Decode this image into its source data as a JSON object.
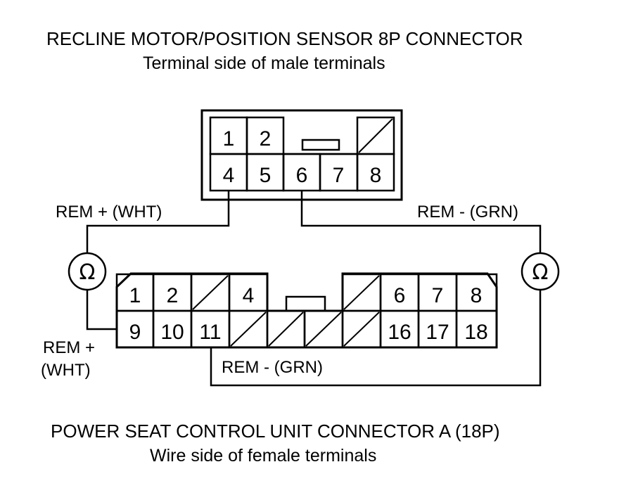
{
  "top_connector": {
    "title": "RECLINE MOTOR/POSITION SENSOR 8P CONNECTOR",
    "subtitle": "Terminal side of male terminals",
    "pins": [
      "1",
      "2",
      "4",
      "5",
      "6",
      "7",
      "8"
    ]
  },
  "bottom_connector": {
    "title": "POWER SEAT CONTROL UNIT CONNECTOR A (18P)",
    "subtitle": "Wire side of female terminals",
    "pins": [
      "1",
      "2",
      "4",
      "6",
      "7",
      "8",
      "9",
      "10",
      "11",
      "16",
      "17",
      "18"
    ]
  },
  "wires": {
    "rem_plus_top": "REM +  (WHT)",
    "rem_minus_top": "REM -  (GRN)",
    "rem_plus_bottom_line1": "REM +",
    "rem_plus_bottom_line2": "(WHT)",
    "rem_minus_bottom": "REM - (GRN)"
  },
  "meters": {
    "symbol": "Ω",
    "left_icon": "ohmmeter-icon",
    "right_icon": "ohmmeter-icon"
  }
}
